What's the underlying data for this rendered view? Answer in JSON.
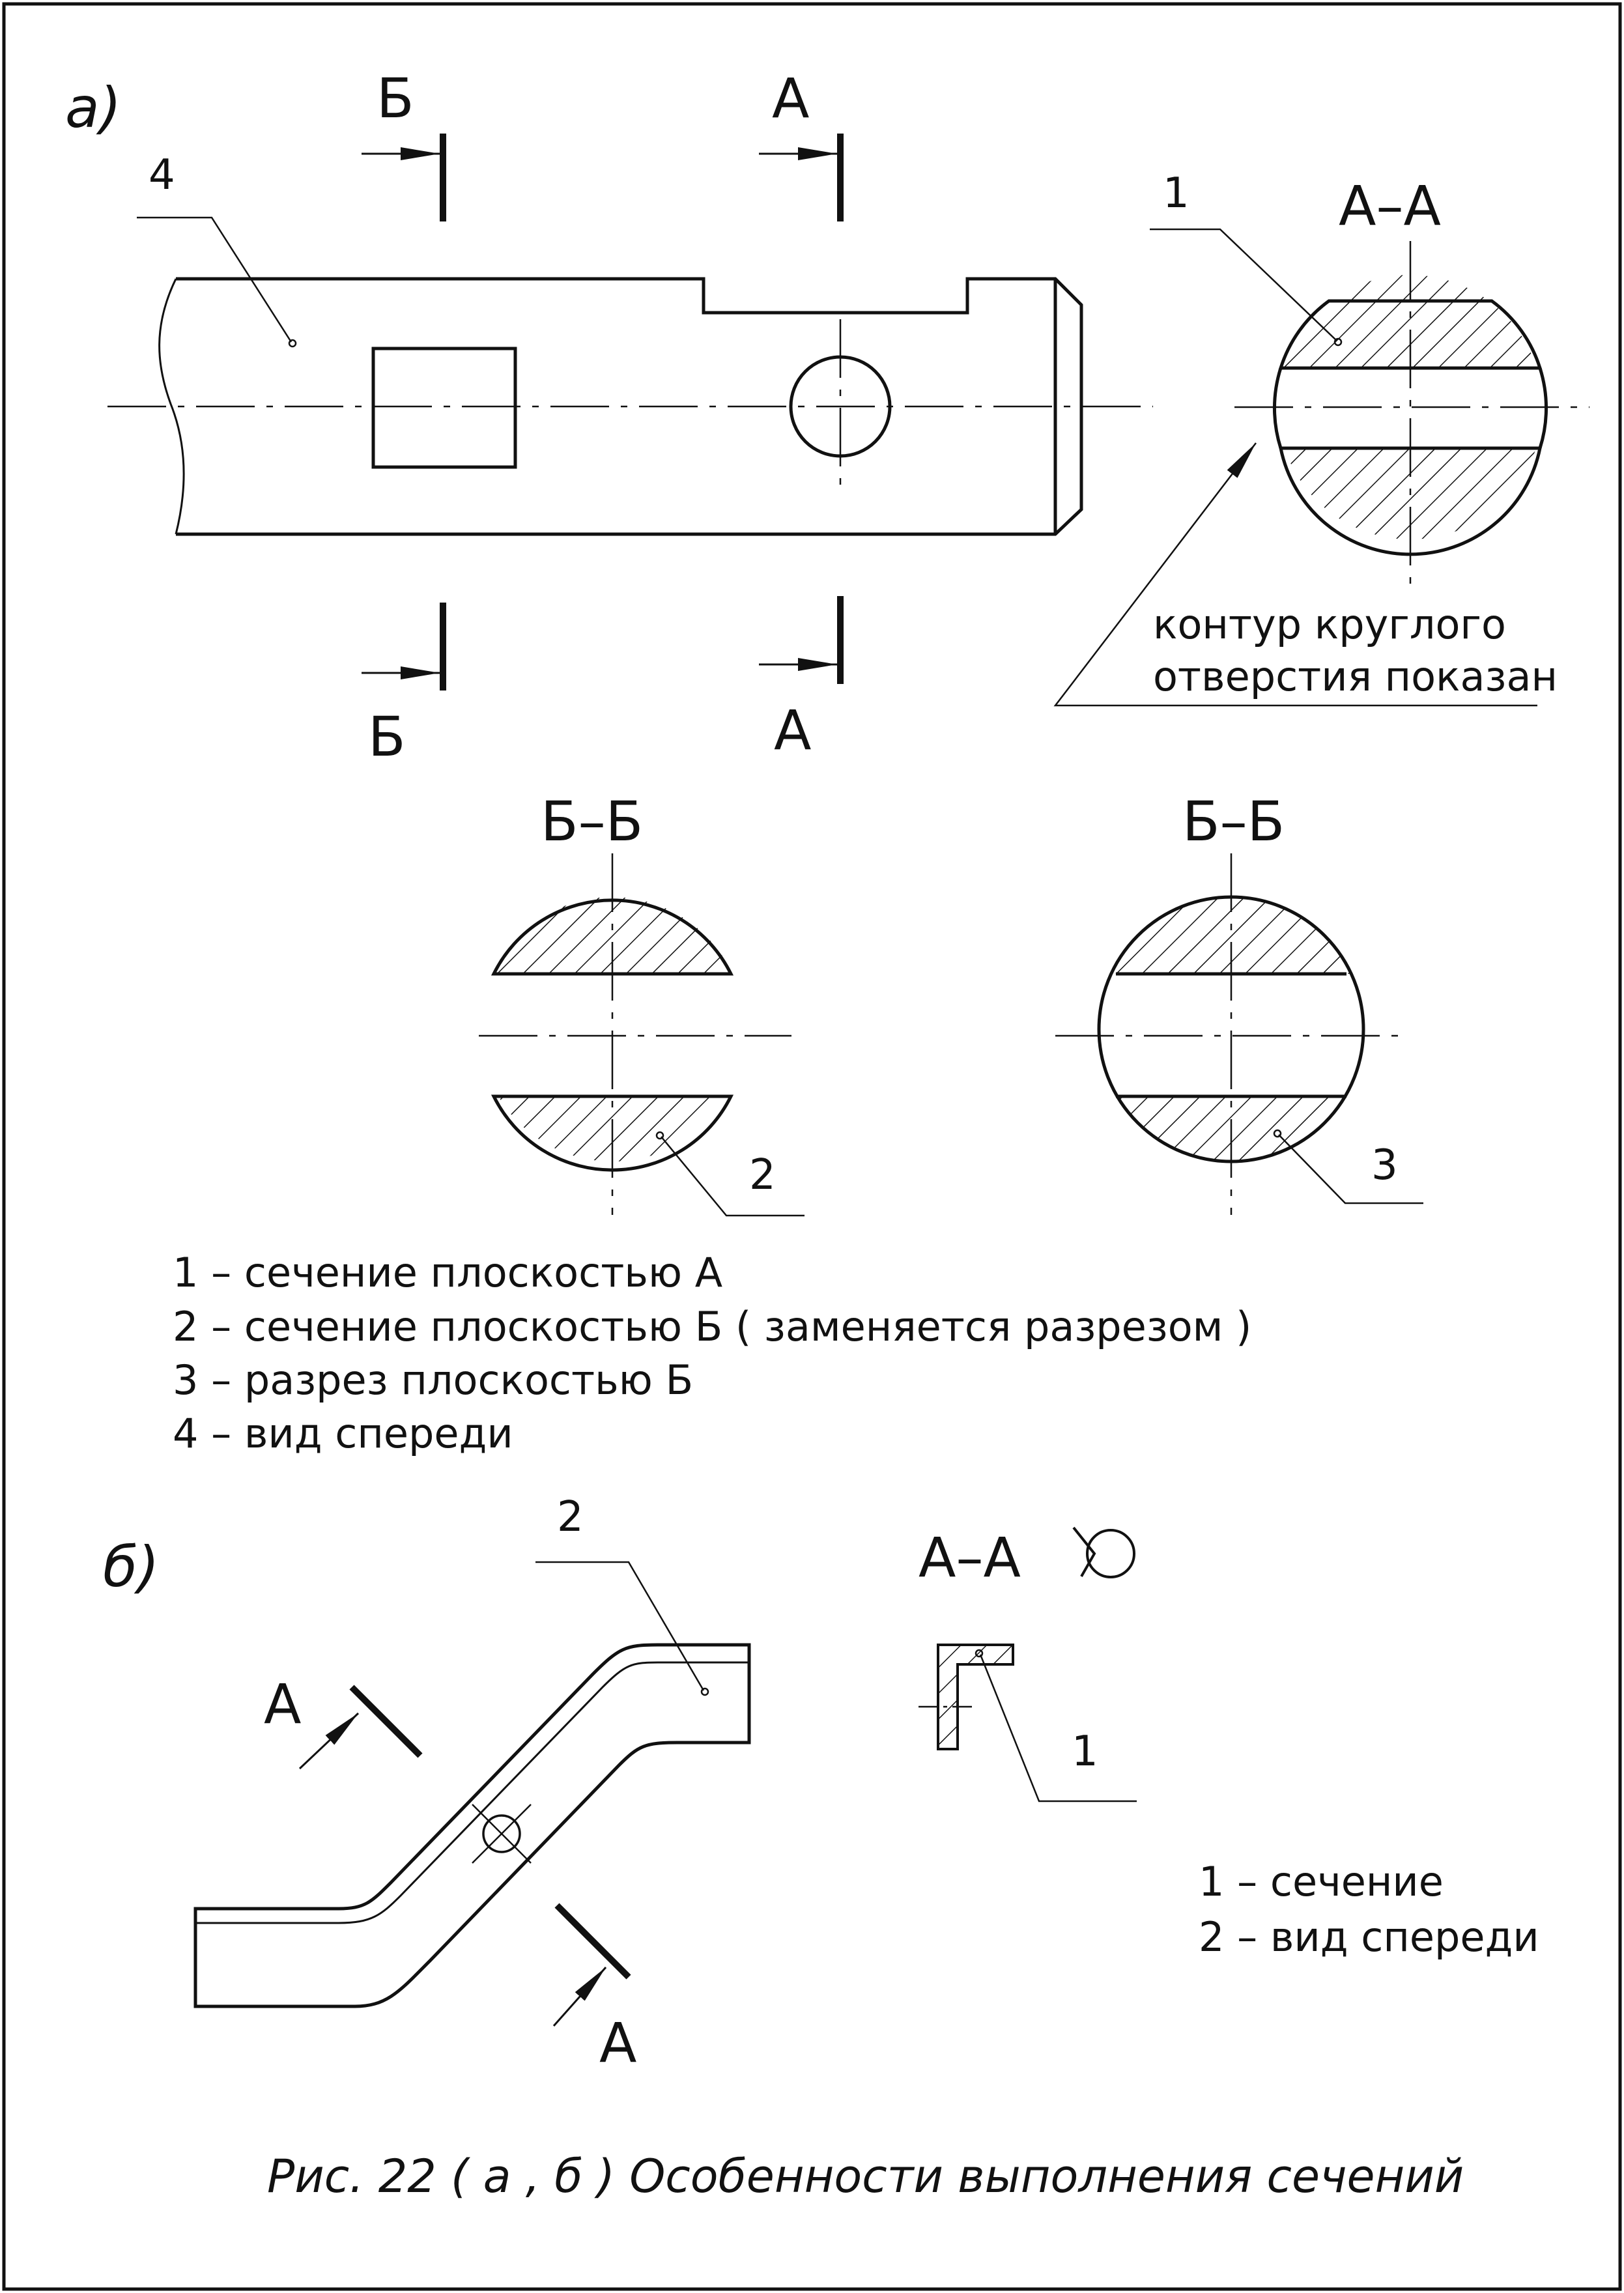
{
  "figure_a": {
    "part_label": "а)",
    "cut_b_top": "Б",
    "cut_b_bottom": "Б",
    "cut_a_top": "А",
    "cut_a_bottom": "А",
    "leader_front_view": "4",
    "section_aa_title": "А–А",
    "leader_section_aa": "1",
    "note_line1": "контур круглого",
    "note_line2": "отверстия показан",
    "section_bb_title_left": "Б–Б",
    "section_bb_title_right": "Б–Б",
    "leader_section_bb": "2",
    "leader_cut_bb": "3",
    "legend": [
      "1 – сечение плоскостью А",
      "2 – сечение плоскостью Б ( заменяется разрезом )",
      "3 – разрез плоскостью Б",
      "4 – вид спереди"
    ]
  },
  "figure_b": {
    "part_label": "б)",
    "leader_front_view": "2",
    "cut_a_upper": "А",
    "cut_a_lower": "А",
    "section_title": "А–А",
    "leader_section": "1",
    "legend": [
      "1 – сечение",
      "2 – вид спереди"
    ]
  },
  "caption": "Рис. 22 ( а , б )  Особенности выполнения сечений",
  "colors": {
    "line": "#111111",
    "background": "#ffffff"
  }
}
